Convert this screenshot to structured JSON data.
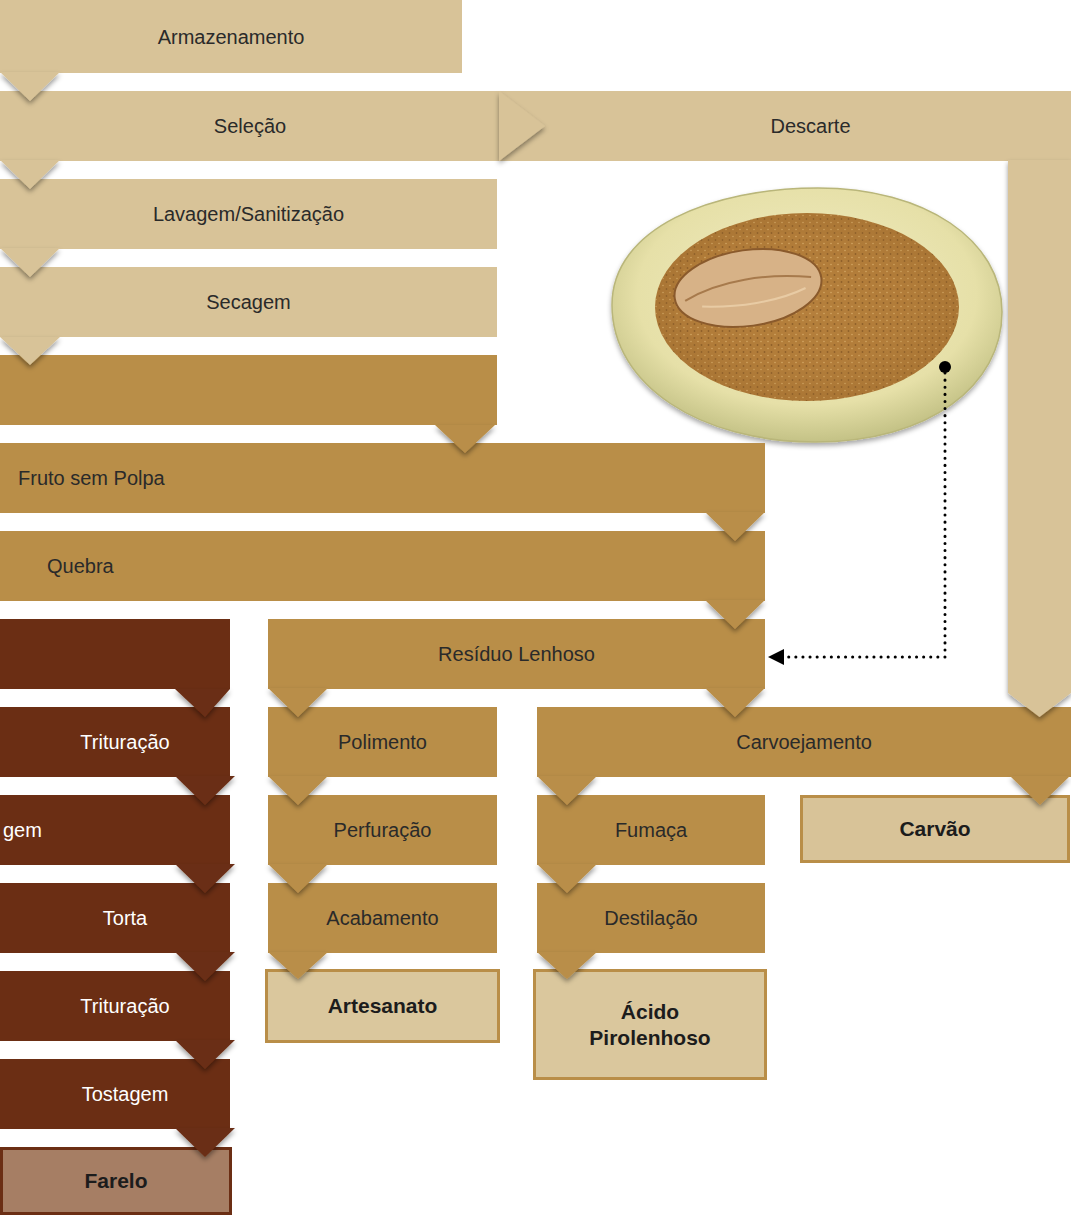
{
  "diagram": {
    "nodes": [
      {
        "text": [
          "Armazenamento"
        ]
      },
      {
        "text": [
          "Seleção"
        ]
      },
      {
        "text": [
          "Descarte"
        ]
      },
      {
        "text": [
          "Lavagem/Sanitização"
        ]
      },
      {
        "text": [
          "Secagem"
        ]
      },
      {
        "text": [
          "Fruto sem Polpa"
        ]
      },
      {
        "text": [
          "Quebra"
        ]
      },
      {
        "text": [
          "Resíduo Lenhoso"
        ]
      },
      {
        "text": [
          "Trituração"
        ]
      },
      {
        "text": [
          "Polimento"
        ]
      },
      {
        "text": [
          "Carvoejamento"
        ]
      },
      {
        "text": [
          "gem"
        ]
      },
      {
        "text": [
          "Perfuração"
        ]
      },
      {
        "text": [
          "Fumaça"
        ]
      },
      {
        "text": [
          "Carvão"
        ]
      },
      {
        "text": [
          "Torta"
        ]
      },
      {
        "text": [
          "Acabamento"
        ]
      },
      {
        "text": [
          "Destilação"
        ]
      },
      {
        "text": [
          "Trituração"
        ]
      },
      {
        "text": [
          "Artesanato"
        ]
      },
      {
        "text": [
          "Ácido Pirolenhoso"
        ]
      },
      {
        "text": [
          "Tostagem"
        ]
      },
      {
        "text": [
          "Farelo"
        ]
      }
    ],
    "edges": [
      {
        "from": 0,
        "to": 1,
        "arrow": "to"
      },
      {
        "from": 1,
        "to": 2,
        "arrow": "to"
      },
      {
        "from": 1,
        "to": 3,
        "arrow": "to"
      },
      {
        "from": 3,
        "to": 4,
        "arrow": "to"
      },
      {
        "from": 5,
        "to": 6,
        "arrow": "to"
      },
      {
        "from": 6,
        "to": 7,
        "arrow": "to"
      },
      {
        "from": 7,
        "to": 9,
        "arrow": "to"
      },
      {
        "from": 7,
        "to": 10,
        "arrow": "to"
      },
      {
        "from": 2,
        "to": 10,
        "arrow": "to"
      },
      {
        "from": 10,
        "to": 14,
        "arrow": "to"
      },
      {
        "from": 10,
        "to": 13,
        "arrow": "to"
      },
      {
        "from": 13,
        "to": 17,
        "arrow": "to"
      },
      {
        "from": 17,
        "to": 20,
        "arrow": "to"
      },
      {
        "from": 9,
        "to": 12,
        "arrow": "to"
      },
      {
        "from": 12,
        "to": 16,
        "arrow": "to"
      },
      {
        "from": 16,
        "to": 19,
        "arrow": "to"
      },
      {
        "from": 8,
        "to": 11,
        "arrow": "to"
      },
      {
        "from": 11,
        "to": 15,
        "arrow": "to"
      },
      {
        "from": 15,
        "to": 18,
        "arrow": "to"
      },
      {
        "from": 18,
        "to": 21,
        "arrow": "to"
      },
      {
        "from": 21,
        "to": 22,
        "arrow": "to"
      }
    ]
  }
}
